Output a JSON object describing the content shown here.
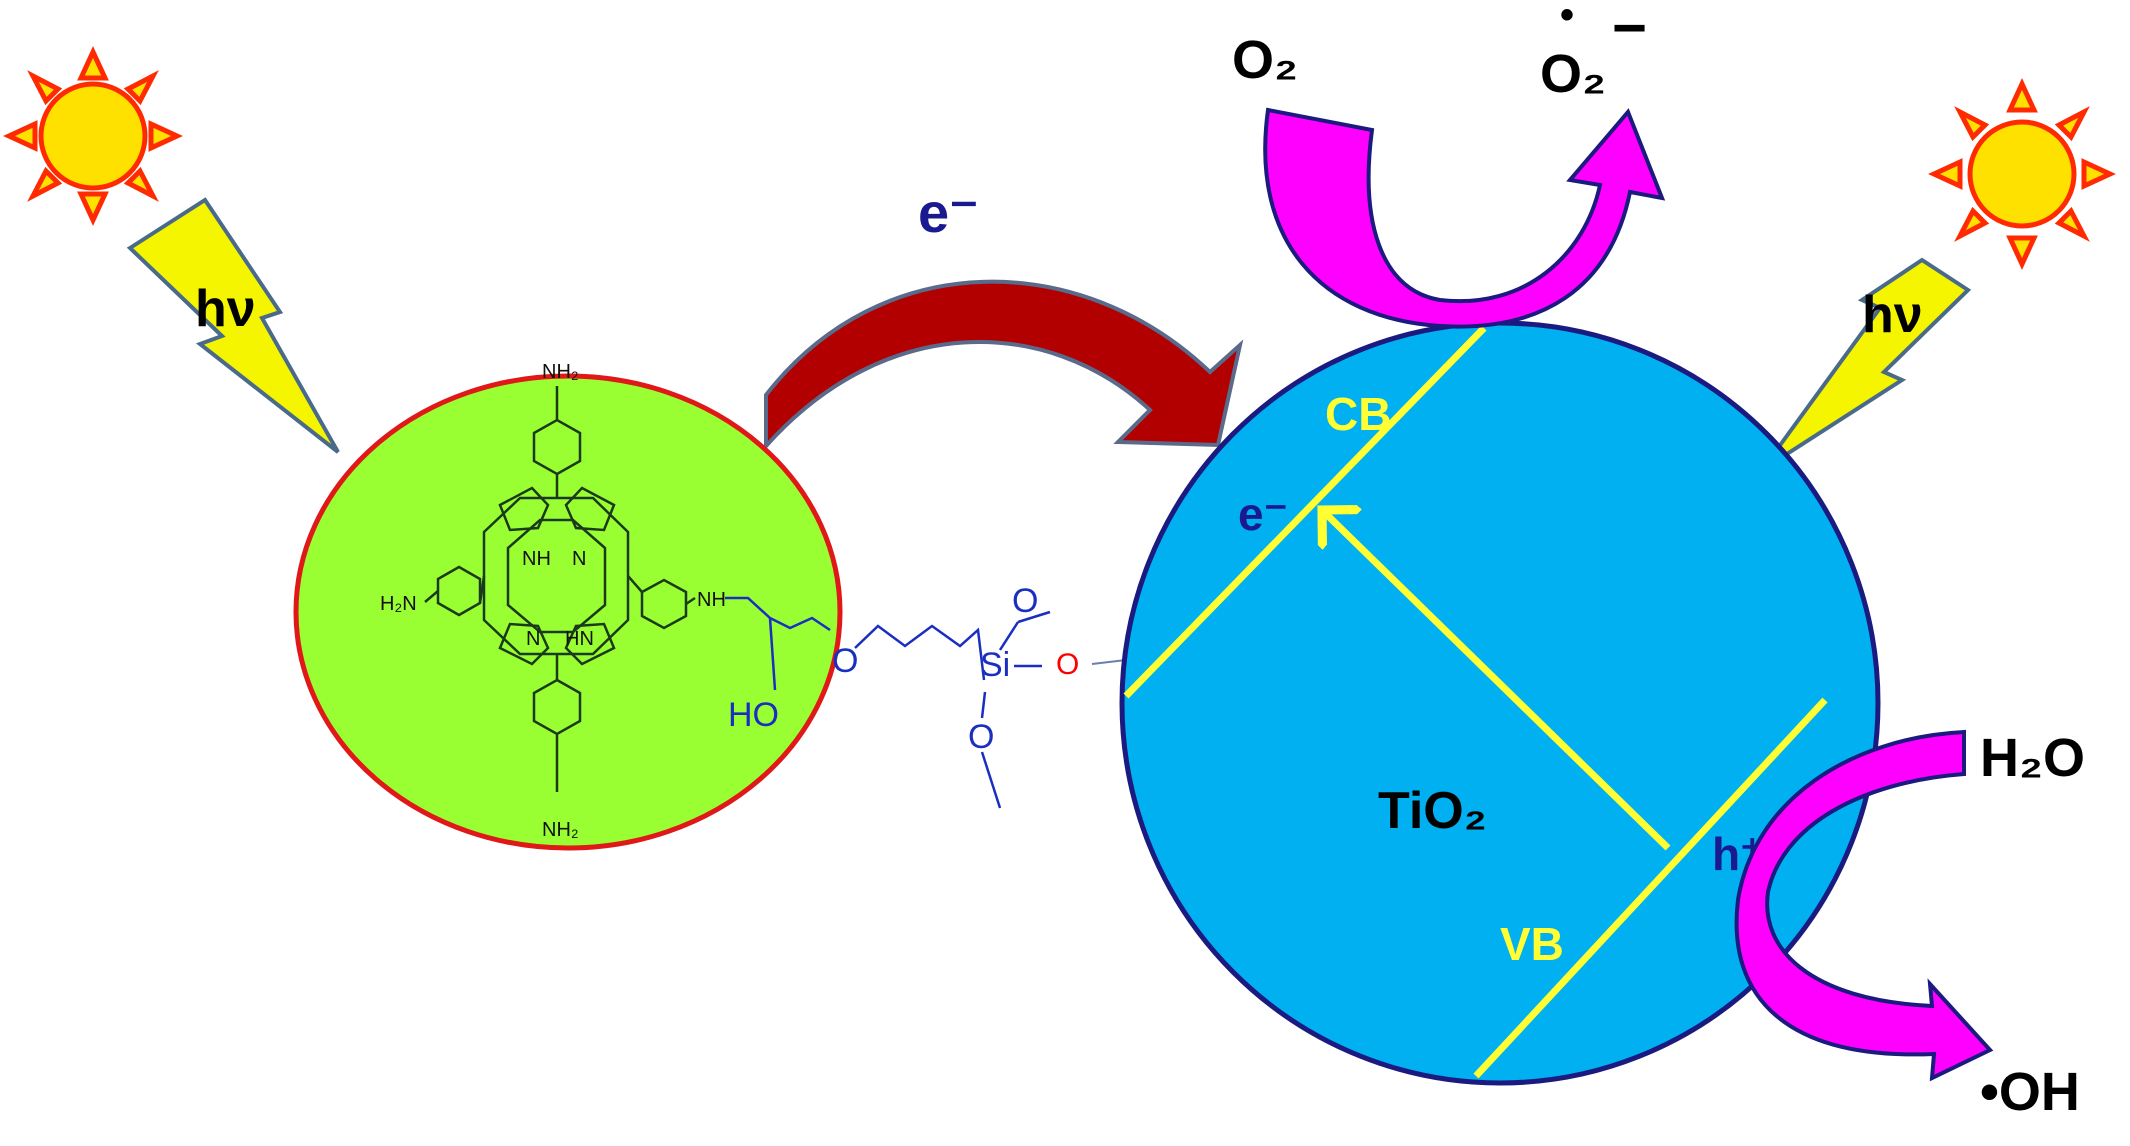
{
  "colors": {
    "sun_fill": "#ffe100",
    "sun_outline": "#ff2a00",
    "lightning_fill": "#f6f500",
    "lightning_outline": "#4a6a8a",
    "porphyrin_particle": "#99ff33",
    "porphyrin_outline": "#e01818",
    "tio2_particle": "#00b0f0",
    "tio2_outline": "#1a1a80",
    "electron_arrow": "#b20000",
    "reaction_arrow": "#ff00ff",
    "band_line": "#ffff33",
    "dark_label": "#000000",
    "blue_label": "#1a1a90",
    "linker": "#1a2fbf",
    "oxygen_link": "#ff0000"
  },
  "light": {
    "left_label": "hν",
    "right_label": "hν"
  },
  "transfer": {
    "electron_label": "e⁻"
  },
  "porphyrin": {
    "top_amine": "NH₂",
    "bottom_amine": "NH₂",
    "left_amine": "H₂N",
    "pyrrole_nh_top": "NH",
    "pyrrole_n_right": "N",
    "pyrrole_n_left": "N",
    "pyrrole_hn_bottom": "HN",
    "linker_nh": "NH",
    "hydroxyl": "HO",
    "ether_o": "O",
    "silicon": "Si",
    "methoxy_top": "O",
    "methoxy_bottom": "O",
    "surface_o": "O"
  },
  "tio2": {
    "name": "TiO₂",
    "cb_label": "CB",
    "vb_label": "VB",
    "cb_electron": "e⁻",
    "vb_hole": "h⁺"
  },
  "reactions": {
    "o2": "O₂",
    "superoxide": "O₂",
    "superoxide_dot": "•",
    "superoxide_charge": "−",
    "water": "H₂O",
    "hydroxyl_radical": "•OH"
  }
}
